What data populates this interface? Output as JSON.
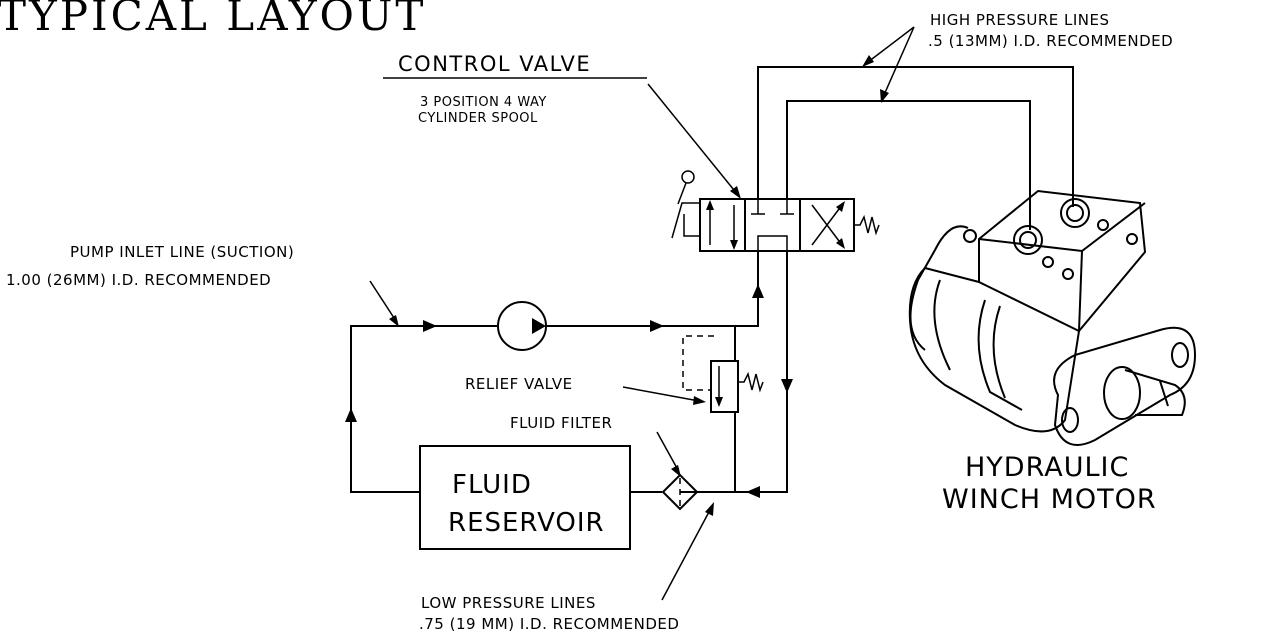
{
  "title": "TYPICAL LAYOUT",
  "control_valve": {
    "title": "CONTROL VALVE",
    "line1": "3 POSITION 4 WAY",
    "line2": "CYLINDER SPOOL"
  },
  "high_pressure": {
    "line1": "HIGH PRESSURE LINES",
    "line2": ".5 (13MM) I.D. RECOMMENDED"
  },
  "pump_inlet": {
    "line1": "PUMP INLET LINE (SUCTION)",
    "line2": "1.00 (26MM) I.D. RECOMMENDED"
  },
  "relief_valve": "RELIEF VALVE",
  "fluid_filter": "FLUID FILTER",
  "reservoir": {
    "line1": "FLUID",
    "line2": "RESERVOIR"
  },
  "low_pressure": {
    "line1": "LOW PRESSURE LINES",
    "line2": ".75 (19 MM) I.D. RECOMMENDED"
  },
  "motor": {
    "line1": "HYDRAULIC",
    "line2": "WINCH MOTOR"
  }
}
